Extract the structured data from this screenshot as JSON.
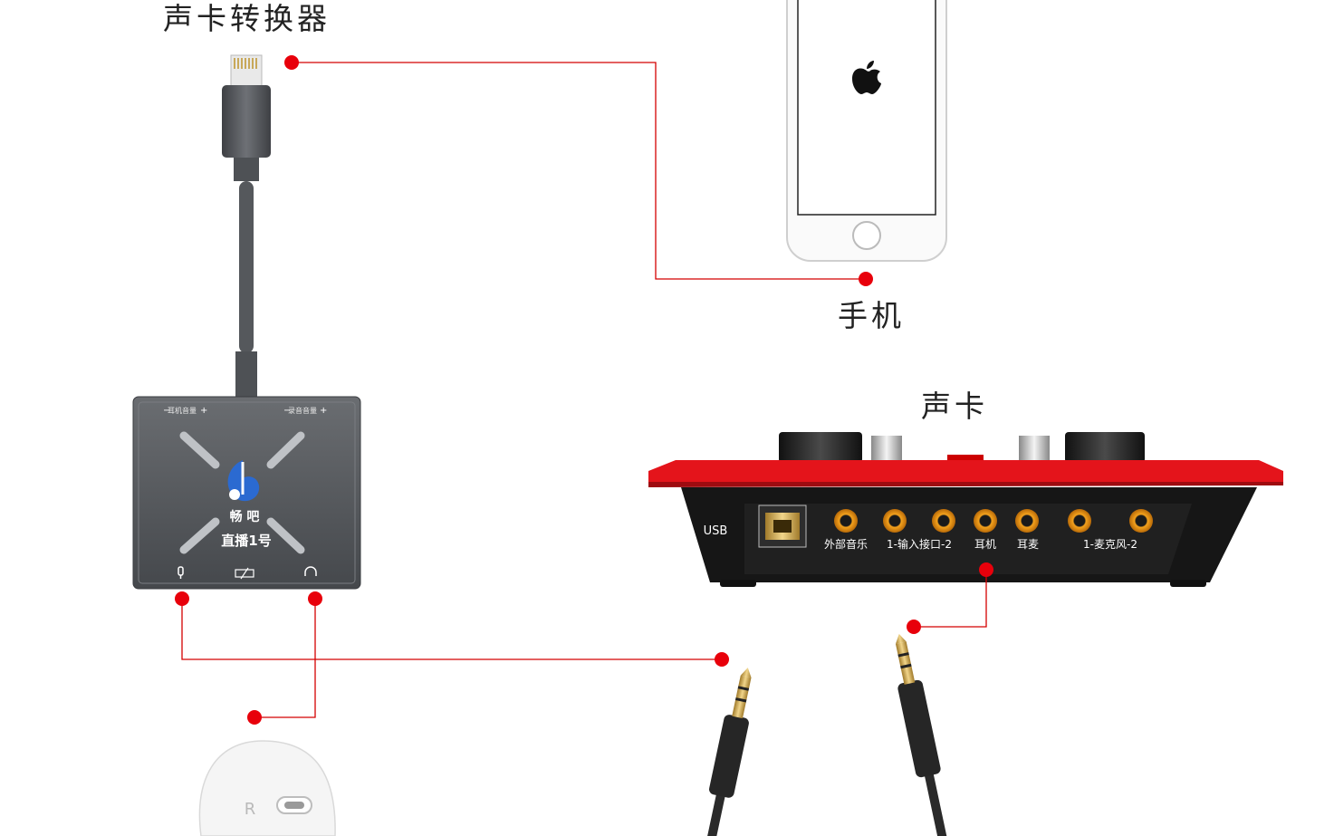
{
  "labels": {
    "converter": "声卡转换器",
    "phone": "手机",
    "soundcard": "声卡"
  },
  "converter_box": {
    "left_volume": "耳机音量",
    "right_volume": "录音音量",
    "brand": "畅 吧",
    "product": "直播1号"
  },
  "soundcard_ports": {
    "usb": "USB",
    "external_music": "外部音乐",
    "input": "1-输入接口-2",
    "headphone": "耳机",
    "earmic": "耳麦",
    "mic": "1-麦克风-2"
  },
  "earbud_mark": "R",
  "colors": {
    "connector_line": "#d40000",
    "connector_dot": "#e8000b",
    "soundcard_red": "#e4141b",
    "device_gray": "#55585c"
  }
}
